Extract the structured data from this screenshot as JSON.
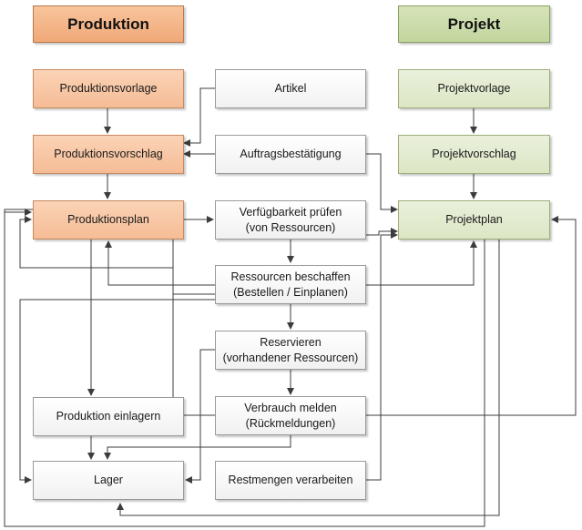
{
  "headers": {
    "production": "Produktion",
    "project": "Projekt"
  },
  "boxes": {
    "produktionsvorlage": "Produktionsvorlage",
    "produktionsvorschlag": "Produktionsvorschlag",
    "produktionsplan": "Produktionsplan",
    "artikel": "Artikel",
    "auftragsbestaetigung": "Auftragsbestätigung",
    "verfuegbarkeit": "Verfügbarkeit prüfen\n(von Ressourcen)",
    "ressourcen_beschaffen": "Ressourcen beschaffen\n(Bestellen / Einplanen)",
    "reservieren": "Reservieren\n(vorhandener Ressourcen)",
    "verbrauch_melden": "Verbrauch melden\n(Rückmeldungen)",
    "produktion_einlagern": "Produktion einlagern",
    "lager": "Lager",
    "restmengen": "Restmengen verarbeiten",
    "projektvorlage": "Projektvorlage",
    "projektvorschlag": "Projektvorschlag",
    "projektplan": "Projektplan"
  },
  "colors": {
    "production": "#f5bc96",
    "project": "#dce6c4",
    "neutral": "#f1f1f1",
    "connector": "#3c3c3c"
  }
}
